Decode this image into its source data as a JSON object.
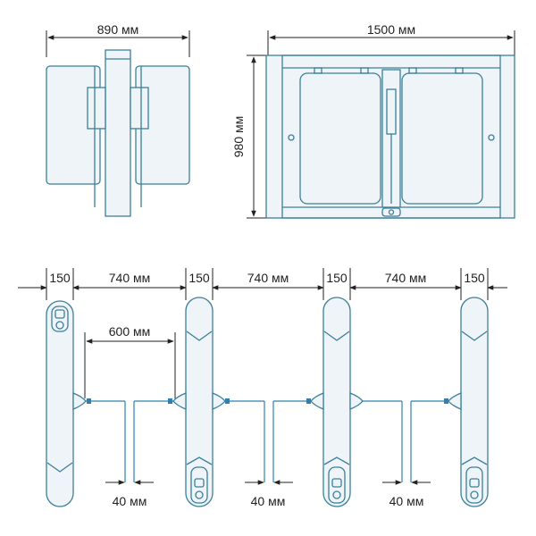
{
  "dimensions": {
    "top_width": "890 мм",
    "front_width": "1500 мм",
    "height": "980 мм",
    "post_width": "150",
    "passage_width": "740 мм",
    "gate_opening": "600 мм",
    "gap": "40 мм"
  },
  "colors": {
    "outline": "#3b7f9b",
    "fill": "#eef4f7",
    "accent": "#2f80b0",
    "dimension": "#222222"
  }
}
